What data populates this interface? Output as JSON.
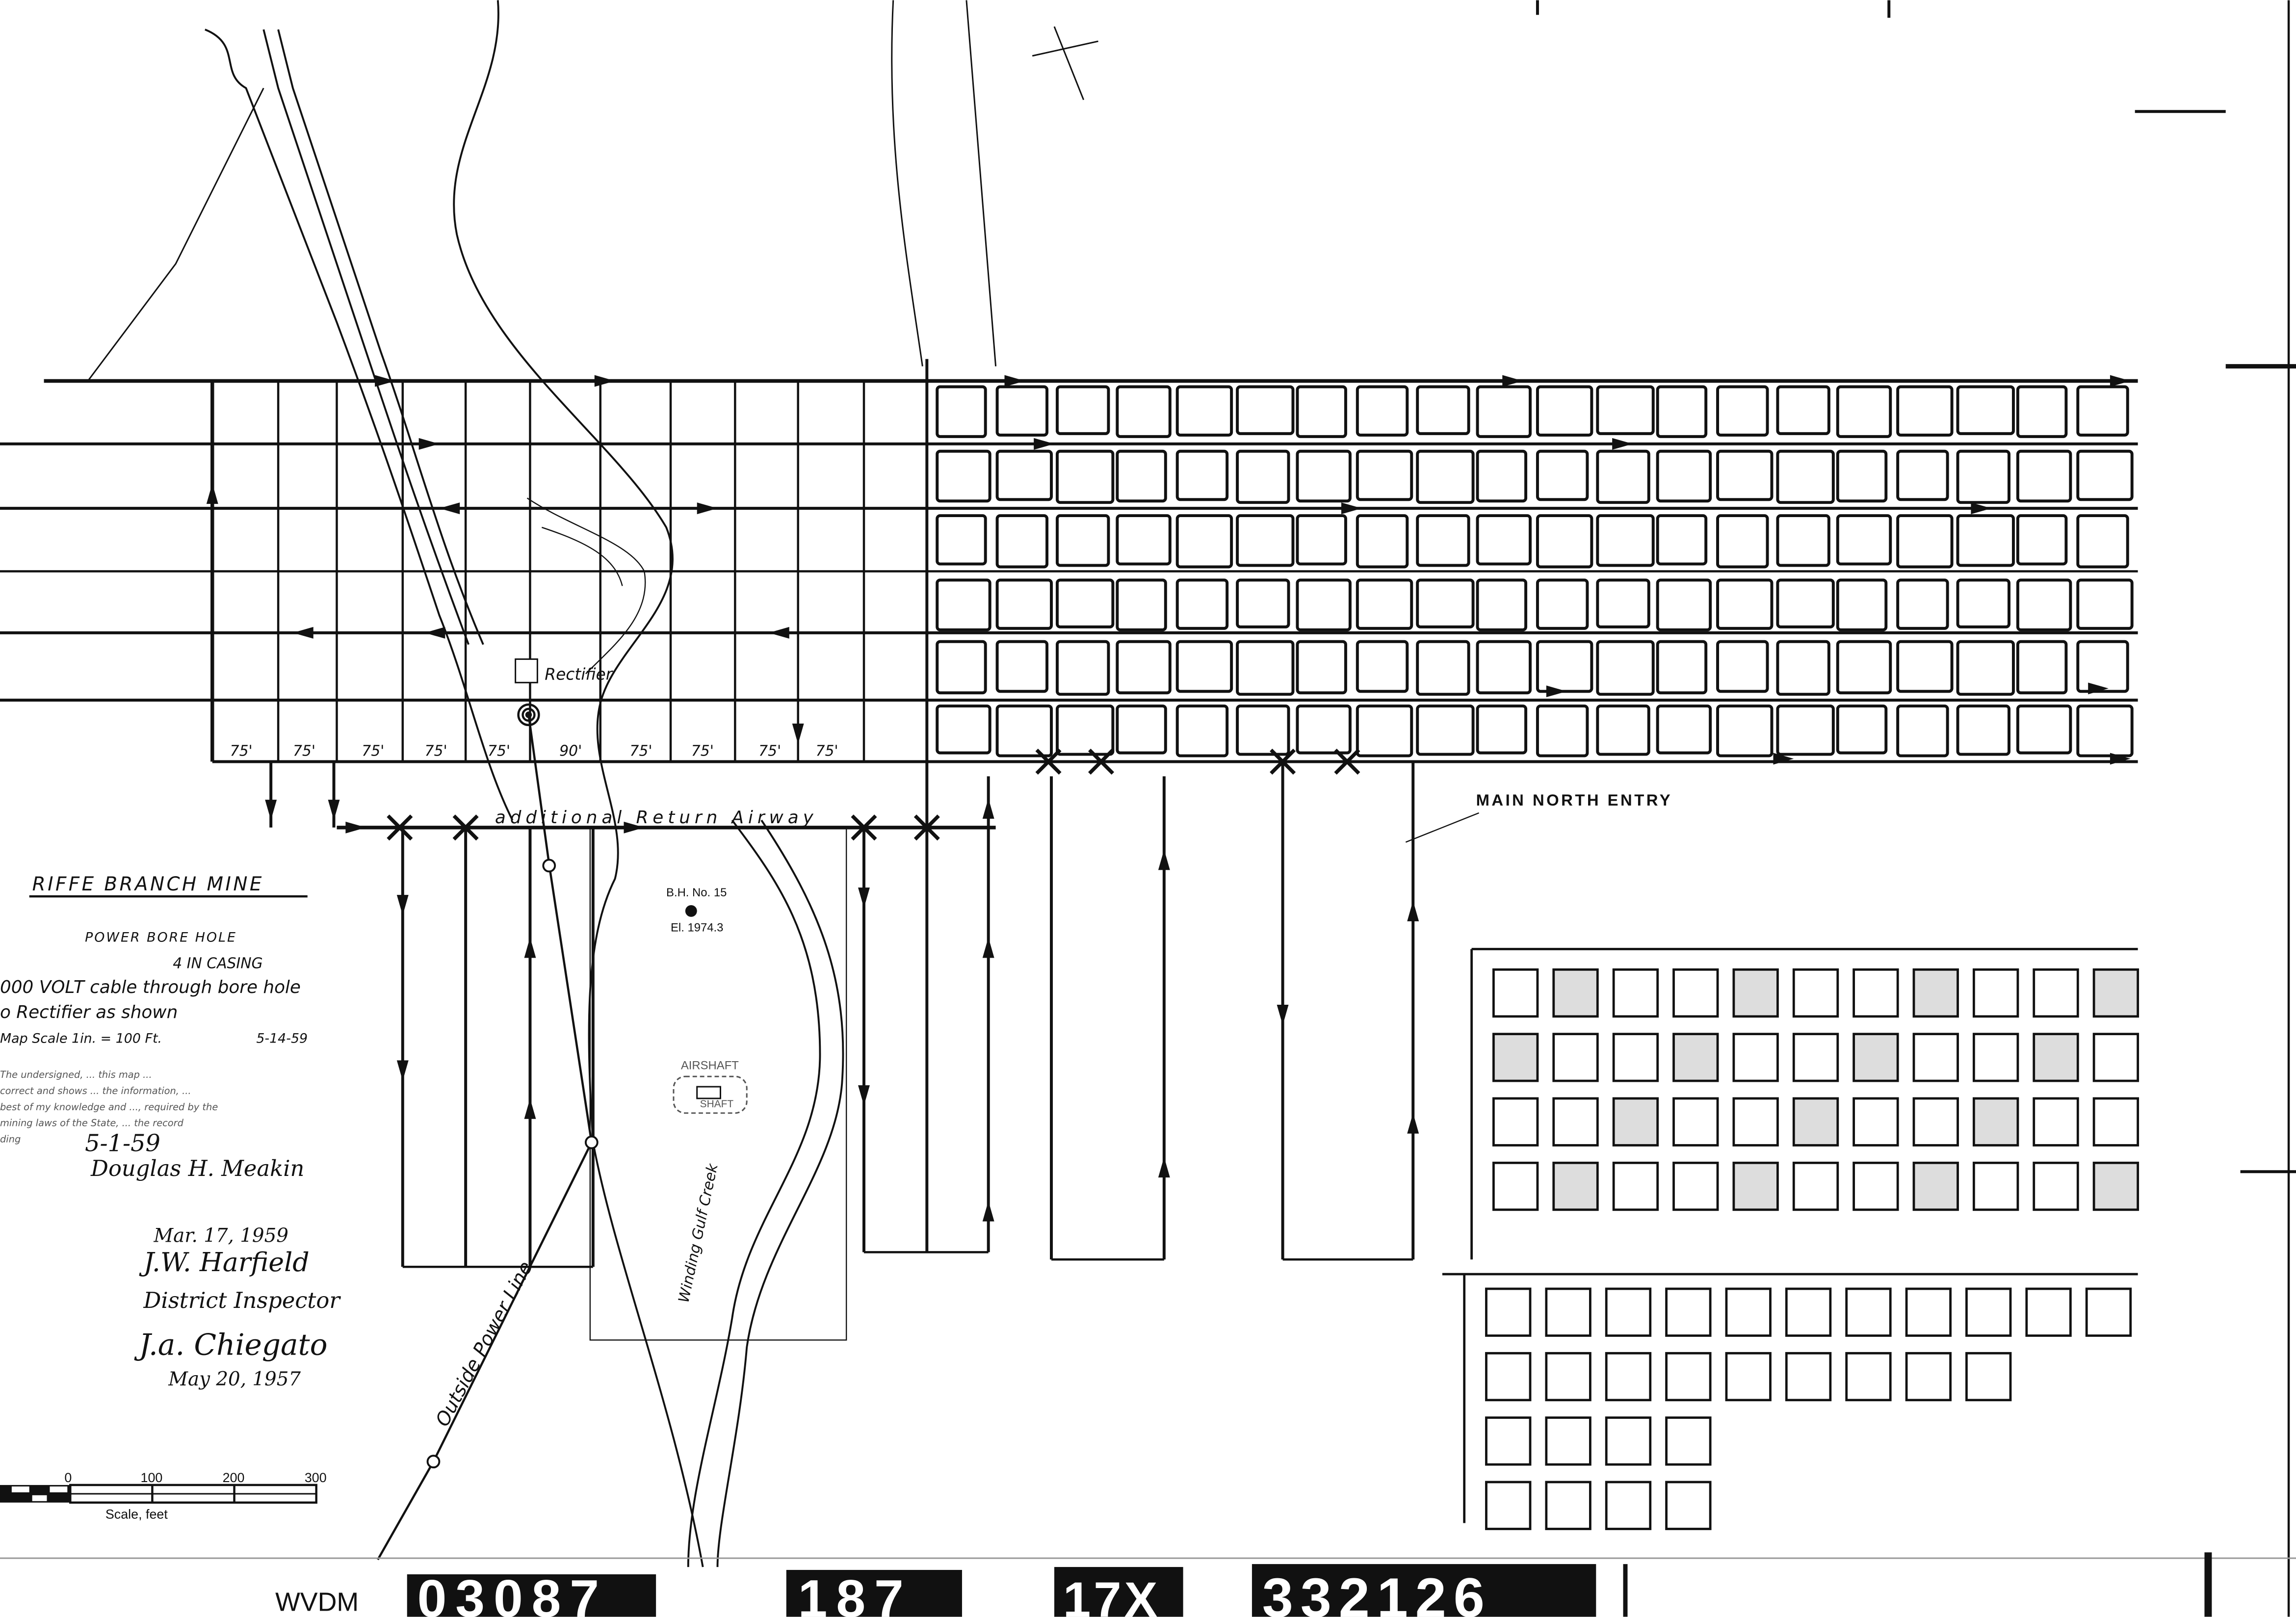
{
  "title_block": {
    "mine_name": "RIFFE BRANCH MINE",
    "line1": "POWER BORE HOLE",
    "line2": "4 IN CASING",
    "line3": "000 VOLT cable through bore hole",
    "line4": "o Rectifier as shown",
    "line5": "Map Scale 1in. = 100 Ft.",
    "line5_date": "5-14-59",
    "certification": [
      "The undersigned, ... this map ...",
      "correct and shows ... the information, ...",
      "best of my knowledge and ..., required by the",
      "mining laws of the State, ... the record",
      "ding"
    ],
    "cert_date": "5-1-59",
    "cert_signature": "Douglas H. Meakin"
  },
  "approvals": {
    "date1": "Mar. 17, 1959",
    "signature1": "J.W. Harfield",
    "title1": "District Inspector",
    "signature2": "J.a. Chiegato",
    "date2": "May 20, 1957"
  },
  "scale_bar": {
    "ticks": [
      "0",
      "100",
      "200",
      "300"
    ],
    "label": "Scale, feet"
  },
  "map_labels": {
    "rectifier": "Rectifier",
    "main_north_entry": "MAIN NORTH ENTRY",
    "aircourse": "additional Return Airway",
    "bore_hole": "B.H. No. 15",
    "bore_elev": "El. 1974.3",
    "shaft_top": "AIRSHAFT",
    "shaft_bottom": "SHAFT",
    "creek": "Winding Gulf Creek",
    "power_line": "Outside Power Line",
    "spacings": [
      "75'",
      "75'",
      "75'",
      "75'",
      "75'",
      "90'",
      "75'",
      "75'",
      "75'",
      "75'"
    ]
  },
  "archive_strip": {
    "prefix": "WVDM",
    "codes": [
      "03087",
      "187",
      "17X",
      "332126"
    ]
  }
}
